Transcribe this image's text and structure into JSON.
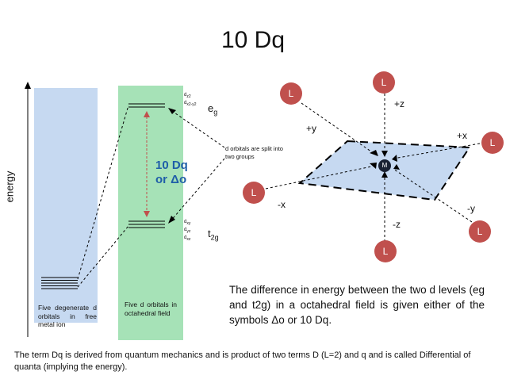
{
  "title": "10 Dq",
  "energy_label": "energy",
  "free_ion_caption": "Five degenerate d orbitals in free metal ion",
  "octahedral_caption": "Five d orbitals in octahedral field",
  "split_label_line1": "10 Dq",
  "split_label_line2": "or Δo",
  "eg_label": "e",
  "eg_sub": "g",
  "t2g_label": "t",
  "t2g_sub": "2g",
  "eg_orbitals": [
    "z2",
    "x2-y2"
  ],
  "t2g_orbitals": [
    "xy",
    "yz",
    "xz"
  ],
  "split_note": "d orbitals are split into two groups",
  "difference_text": "The difference in energy between the two d levels (eg and t2g) in a octahedral field is given either of the symbols Δo or 10 Dq.",
  "footer_note": "The term Dq is derived from quantum mechanics and is product of two terms D (L=2) and q and is called Differential of quanta (implying the energy).",
  "metal_label": "M",
  "ligand_label": "L",
  "axis_labels": {
    "pz": "+z",
    "nz": "-z",
    "px": "+x",
    "nx": "-x",
    "py": "+y",
    "ny": "-y"
  },
  "colors": {
    "blue_column": "#c6d9f1",
    "green_column": "#a6e2b7",
    "ligand": "#c0504d",
    "split_text": "#1f5ea8",
    "plane": "#c6d9f1",
    "gap_arrow": "#c0504d"
  }
}
